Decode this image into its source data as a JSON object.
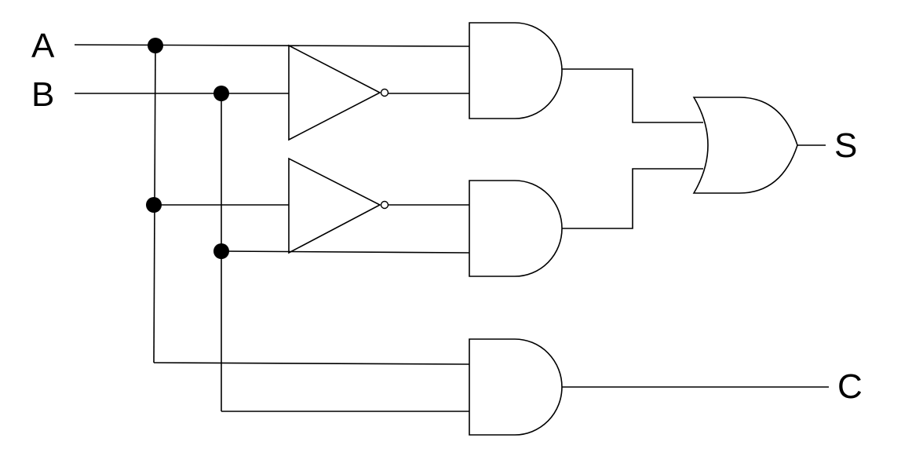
{
  "inputs": {
    "a": "A",
    "b": "B"
  },
  "outputs": {
    "s": "S",
    "c": "C"
  }
}
